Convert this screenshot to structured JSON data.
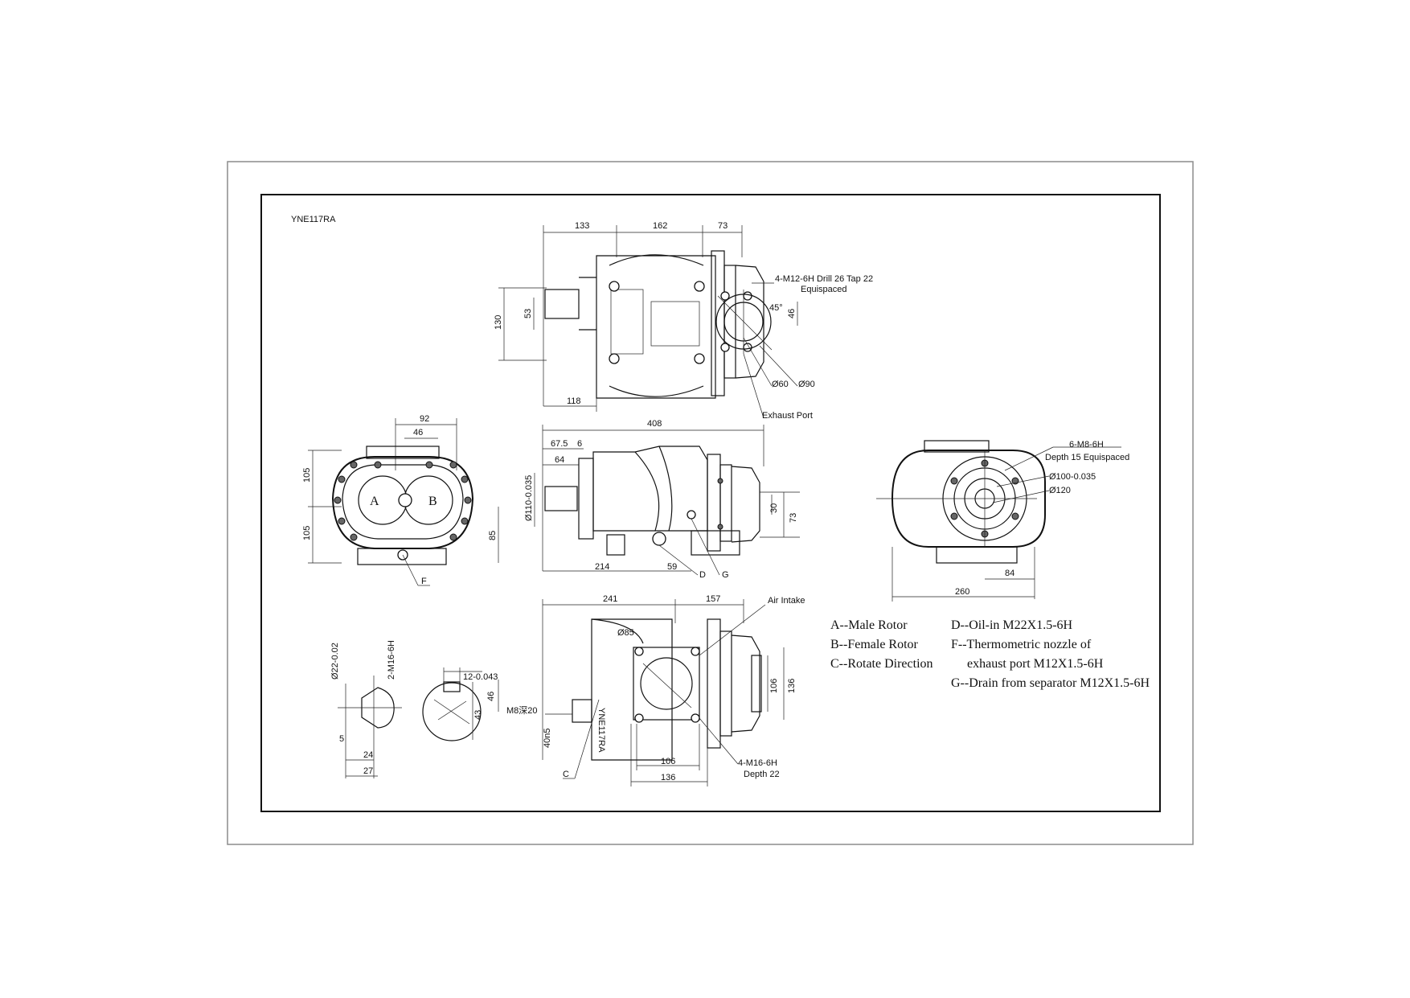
{
  "model": "YNE117RA",
  "top_view": {
    "dims": [
      "133",
      "162",
      "73",
      "130",
      "53",
      "118",
      "46",
      "45°"
    ],
    "notes": [
      "4-M12-6H  Drill 26 Tap 22",
      "Equispaced",
      "Ø60",
      "Ø90",
      "Exhaust Port"
    ]
  },
  "front_view": {
    "dims": [
      "408",
      "67.5",
      "6",
      "64",
      "Ø110-0.035",
      "214",
      "59",
      "30",
      "73"
    ],
    "letters": [
      "D",
      "G"
    ]
  },
  "end_view": {
    "dims": [
      "92",
      "46",
      "105",
      "105",
      "85"
    ],
    "letters": [
      "A",
      "B",
      "F"
    ]
  },
  "right_view": {
    "notes": [
      "6-M8-6H",
      "Depth 15 Equispaced",
      "Ø100-0.035",
      "Ø120"
    ],
    "dims": [
      "84",
      "260"
    ]
  },
  "bottom_view": {
    "dims": [
      "241",
      "157",
      "Ø85",
      "106",
      "136",
      "106",
      "136",
      "46",
      "M8深20",
      "40n5"
    ],
    "notes": [
      "Air Intake",
      "4-M16-6H",
      "Depth 22",
      "C",
      "YNE117RA"
    ]
  },
  "shaft_detail": {
    "dims": [
      "Ø22-0.02",
      "2-M16-6H",
      "5",
      "24",
      "27",
      "12-0.043",
      "43"
    ]
  },
  "legend": [
    "A--Male Rotor",
    "B--Female Rotor",
    "C--Rotate Direction",
    "D--Oil-in M22X1.5-6H",
    "F--Thermometric nozzle of",
    "exhaust port M12X1.5-6H",
    "G--Drain from separator M12X1.5-6H"
  ],
  "colors": {
    "ink": "#111111",
    "paper": "#ffffff",
    "frame": "#8c8c8c"
  }
}
